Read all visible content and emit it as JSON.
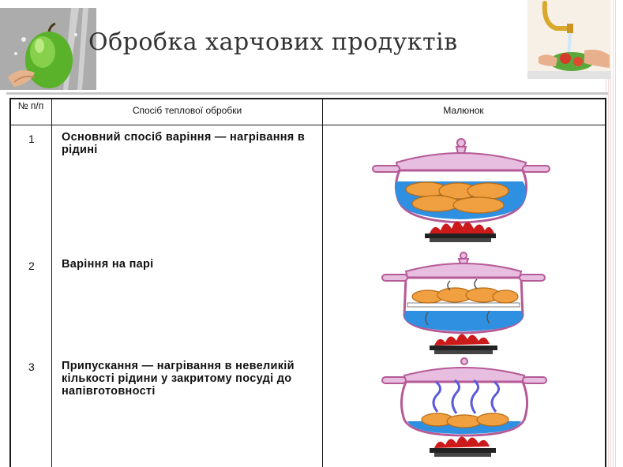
{
  "title": "Обробка харчових продуктів",
  "table": {
    "header": {
      "num": "№ п/п",
      "method": "Спосіб теплової обробки",
      "picture": "Малюнок"
    },
    "rows": [
      {
        "num": "1",
        "text": "Основний спосіб варіння — нагрівання в рідині",
        "illustration": "boiling-pot"
      },
      {
        "num": "2",
        "text": "Варіння на парі",
        "illustration": "steaming-pot"
      },
      {
        "num": "3",
        "text": "Припускання — нагрівання в невеликій кількості рідини у закритому посуді до напівготовності",
        "illustration": "poaching-pot"
      }
    ]
  },
  "colors": {
    "pot_outline": "#b65a96",
    "lid": "#e7bde0",
    "water": "#2f8fe0",
    "food": "#f0a040",
    "flame": "#cc1a1a",
    "steam": "#5a5adc"
  }
}
